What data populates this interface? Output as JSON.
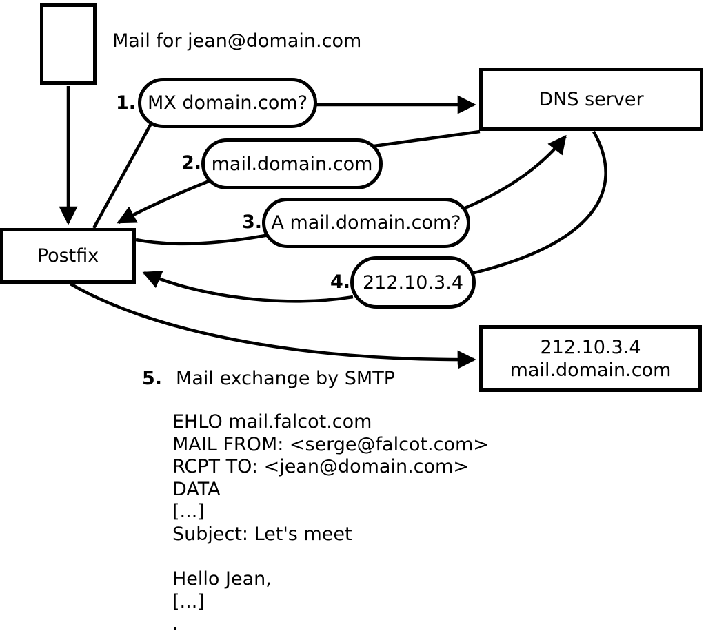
{
  "diagram": {
    "mail_note": "Mail for jean@domain.com",
    "nodes": {
      "postfix": "Postfix",
      "dns": "DNS server",
      "dest_line1": "212.10.3.4",
      "dest_line2": "mail.domain.com"
    },
    "steps": [
      {
        "num": "1.",
        "label": "MX domain.com?"
      },
      {
        "num": "2.",
        "label": "mail.domain.com"
      },
      {
        "num": "3.",
        "label": "A mail.domain.com?"
      },
      {
        "num": "4.",
        "label": "212.10.3.4"
      },
      {
        "num": "5.",
        "label": "Mail exchange by SMTP"
      }
    ],
    "smtp_lines": [
      "EHLO mail.falcot.com",
      "MAIL FROM: <serge@falcot.com>",
      "RCPT TO: <jean@domain.com>",
      "DATA",
      "[...]",
      "Subject: Let's meet",
      "",
      "Hello Jean,",
      "[...]",
      "."
    ]
  },
  "colors": {
    "ink": "#000000",
    "background": "#ffffff"
  }
}
